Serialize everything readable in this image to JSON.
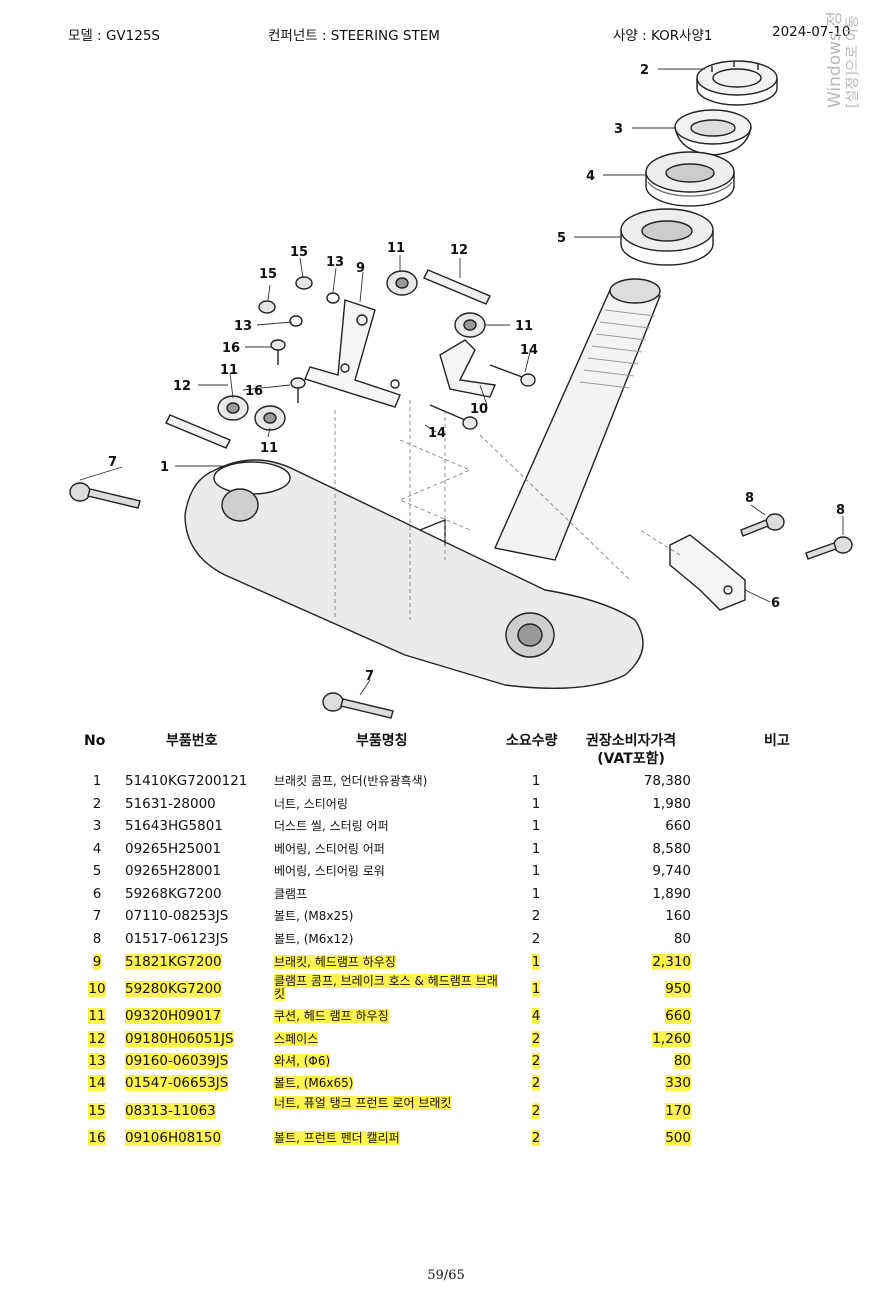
{
  "header": {
    "model": "모델 :  GV125S",
    "component": "컨퍼넌트 :  STEERING STEM",
    "spec": "사양 :  KOR사양1",
    "date": "2024-07-10"
  },
  "watermark": {
    "line1": "Windows 정",
    "line2": "[설정]으로 이동"
  },
  "callouts": {
    "c1": "1",
    "c2": "2",
    "c3": "3",
    "c4": "4",
    "c5": "5",
    "c6": "6",
    "c7": "7",
    "c8": "8",
    "c9": "9",
    "c10": "10",
    "c11": "11",
    "c12": "12",
    "c13": "13",
    "c14": "14",
    "c15": "15",
    "c16": "16"
  },
  "table": {
    "headers": {
      "no": "No",
      "part_no": "부품번호",
      "part_name": "부품명칭",
      "qty": "소요수량",
      "price_l1": "권장소비자가격",
      "price_l2": "(VAT포함)",
      "note": "비고"
    },
    "rows": [
      {
        "no": "1",
        "part_no": "51410KG7200121",
        "name": "브래킷 콤프, 언더(반유광흑색)",
        "qty": "1",
        "price": "78,380",
        "hl": false
      },
      {
        "no": "2",
        "part_no": "51631-28000",
        "name": "너트,  스티어링",
        "qty": "1",
        "price": "1,980",
        "hl": false
      },
      {
        "no": "3",
        "part_no": "51643HG5801",
        "name": "더스트   씰,  스터링   어퍼",
        "qty": "1",
        "price": "660",
        "hl": false
      },
      {
        "no": "4",
        "part_no": "09265H25001",
        "name": "베어링,  스티어링   어퍼",
        "qty": "1",
        "price": "8,580",
        "hl": false
      },
      {
        "no": "5",
        "part_no": "09265H28001",
        "name": "베어링,  스티어링   로워",
        "qty": "1",
        "price": "9,740",
        "hl": false
      },
      {
        "no": "6",
        "part_no": "59268KG7200",
        "name": "클램프",
        "qty": "1",
        "price": "1,890",
        "hl": false
      },
      {
        "no": "7",
        "part_no": "07110-08253JS",
        "name": "볼트, (M8x25)",
        "qty": "2",
        "price": "160",
        "hl": false
      },
      {
        "no": "8",
        "part_no": "01517-06123JS",
        "name": "볼트, (M6x12)",
        "qty": "2",
        "price": "80",
        "hl": false
      },
      {
        "no": "9",
        "part_no": "51821KG7200",
        "name": "브래킷, 헤드램프 하우징",
        "qty": "1",
        "price": "2,310",
        "hl": true
      },
      {
        "no": "10",
        "part_no": "59280KG7200",
        "name": "클램프 콤프, 브레이크 호스 & 헤드램프 브래킷",
        "qty": "1",
        "price": "950",
        "hl": true
      },
      {
        "no": "11",
        "part_no": "09320H09017",
        "name": "쿠션,  헤드   램프   하우징",
        "qty": "4",
        "price": "660",
        "hl": true
      },
      {
        "no": "12",
        "part_no": "09180H06051JS",
        "name": "스페이스",
        "qty": "2",
        "price": "1,260",
        "hl": true
      },
      {
        "no": "13",
        "part_no": "09160-06039JS",
        "name": "와셔, (Φ6)",
        "qty": "2",
        "price": "80",
        "hl": true
      },
      {
        "no": "14",
        "part_no": "01547-06653JS",
        "name": "볼트, (M6x65)",
        "qty": "2",
        "price": "330",
        "hl": true
      },
      {
        "no": "15",
        "part_no": "08313-11063",
        "name": "너트,  퓨얼   탱크   프런트   로어   브래킷",
        "qty": "2",
        "price": "170",
        "hl": true
      },
      {
        "no": "16",
        "part_no": "09106H08150",
        "name": "볼트,  프런트   펜더   캘리퍼",
        "qty": "2",
        "price": "500",
        "hl": true
      }
    ]
  },
  "footer": {
    "page": "59/65"
  }
}
